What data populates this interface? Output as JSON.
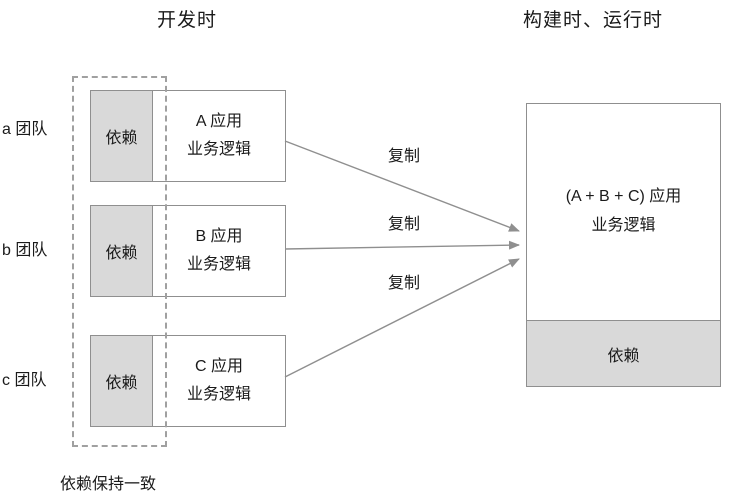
{
  "titles": {
    "left": "开发时",
    "right": "构建时、运行时"
  },
  "teams": [
    {
      "label": "a 团队",
      "dep": "依赖",
      "app_line1": "A 应用",
      "app_line2": "业务逻辑"
    },
    {
      "label": "b 团队",
      "dep": "依赖",
      "app_line1": "B 应用",
      "app_line2": "业务逻辑"
    },
    {
      "label": "c 团队",
      "dep": "依赖",
      "app_line1": "C 应用",
      "app_line2": "业务逻辑"
    }
  ],
  "arrows": [
    {
      "label": "复制"
    },
    {
      "label": "复制"
    },
    {
      "label": "复制"
    }
  ],
  "result": {
    "line1": "(A + B + C) 应用",
    "line2": "业务逻辑",
    "dep": "依赖"
  },
  "caption": "依赖保持一致",
  "colors": {
    "dependency_fill": "#d9d9d9",
    "box_border": "#8f8f8f",
    "arrow": "#8f8f8f",
    "dashed_outline": "#a0a0a0"
  }
}
